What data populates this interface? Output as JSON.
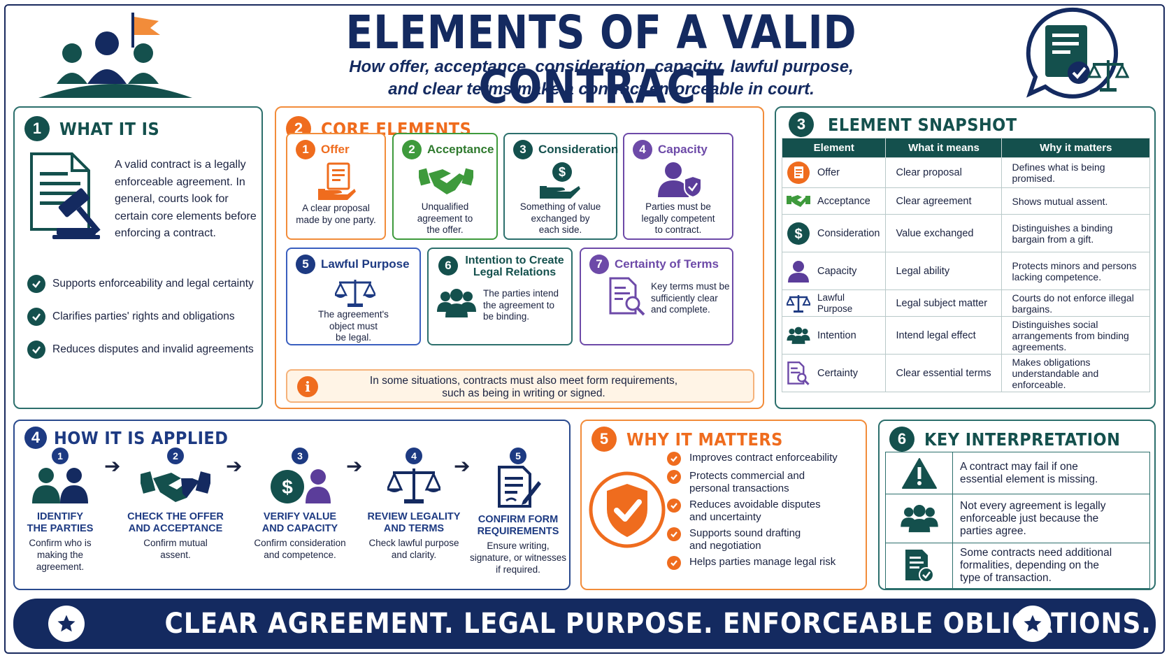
{
  "header": {
    "title": "ELEMENTS OF A VALID CONTRACT",
    "subtitle_line1": "How offer, acceptance, consideration, capacity, lawful purpose,",
    "subtitle_line2": "and clear terms make a contract enforceable in court."
  },
  "colors": {
    "navy": "#142a60",
    "teal": "#14504d",
    "orange": "#ef6c1e",
    "green": "#3e9a3c",
    "purple": "#6d4aa8",
    "blue": "#3a5fbf"
  },
  "what_it_is": {
    "number": "1",
    "title": "WHAT IT IS",
    "description": "A valid contract is a legally enforceable agreement. In general, courts look for certain core elements before enforcing a contract.",
    "points": [
      "Supports enforceability and legal certainty",
      "Clarifies parties' rights and obligations",
      "Reduces disputes and invalid agreements"
    ]
  },
  "core_elements": {
    "number": "2",
    "title": "CORE ELEMENTS",
    "cards": [
      {
        "num": "1",
        "label": "Offer",
        "text_lines": [
          "A clear proposal",
          "made by one party."
        ],
        "icon": "offer-icon"
      },
      {
        "num": "2",
        "label": "Acceptance",
        "text_lines": [
          "Unqualified",
          "agreement to",
          "the offer."
        ],
        "icon": "handshake-icon"
      },
      {
        "num": "3",
        "label": "Consideration",
        "text_lines": [
          "Something of value",
          "exchanged by",
          "each side."
        ],
        "icon": "dollar-hand-icon"
      },
      {
        "num": "4",
        "label": "Capacity",
        "text_lines": [
          "Parties must be",
          "legally competent",
          "to contract."
        ],
        "icon": "person-shield-icon"
      },
      {
        "num": "5",
        "label": "Lawful Purpose",
        "text_lines": [
          "The agreement's",
          "object must",
          "be legal."
        ],
        "icon": "scales-icon"
      },
      {
        "num": "6",
        "label_lines": [
          "Intention to Create",
          "Legal Relations"
        ],
        "text_lines": [
          "The parties intend",
          "the agreement to",
          "be binding."
        ],
        "icon": "group-icon"
      },
      {
        "num": "7",
        "label": "Certainty of Terms",
        "text_lines": [
          "Key terms must be",
          "sufficiently clear",
          "and complete."
        ],
        "icon": "doc-search-icon"
      }
    ],
    "note_line1": "In some situations, contracts must also meet form requirements,",
    "note_line2": "such as being in writing or signed."
  },
  "snapshot": {
    "number": "3",
    "title": "ELEMENT SNAPSHOT",
    "columns": [
      "Element",
      "What it means",
      "Why it matters"
    ],
    "rows": [
      {
        "element": "Offer",
        "means": "Clear proposal",
        "why": "Defines what is being promised."
      },
      {
        "element": "Acceptance",
        "means": "Clear agreement",
        "why": "Shows mutual assent."
      },
      {
        "element": "Consideration",
        "means": "Value exchanged",
        "why": "Distinguishes a binding bargain from a gift."
      },
      {
        "element": "Capacity",
        "means": "Legal ability",
        "why": "Protects minors and persons lacking competence."
      },
      {
        "element": "Lawful Purpose",
        "means": "Legal subject matter",
        "why": "Courts do not enforce illegal bargains."
      },
      {
        "element": "Intention",
        "means": "Intend legal effect",
        "why": "Distinguishes social arrangements from binding agreements."
      },
      {
        "element": "Certainty",
        "means": "Clear essential terms",
        "why": "Makes obligations understandable and enforceable."
      }
    ]
  },
  "how_applied": {
    "number": "4",
    "title": "HOW IT IS APPLIED",
    "steps": [
      {
        "num": "1",
        "title_lines": [
          "IDENTIFY",
          "THE PARTIES"
        ],
        "desc_lines": [
          "Confirm who is",
          "making the",
          "agreement."
        ]
      },
      {
        "num": "2",
        "title_lines": [
          "CHECK THE OFFER",
          "AND ACCEPTANCE"
        ],
        "desc_lines": [
          "Confirm mutual",
          "assent."
        ]
      },
      {
        "num": "3",
        "title_lines": [
          "VERIFY VALUE",
          "AND CAPACITY"
        ],
        "desc_lines": [
          "Confirm consideration",
          "and competence."
        ]
      },
      {
        "num": "4",
        "title_lines": [
          "REVIEW LEGALITY",
          "AND TERMS"
        ],
        "desc_lines": [
          "Check lawful purpose",
          "and clarity."
        ]
      },
      {
        "num": "5",
        "title_lines": [
          "CONFIRM FORM",
          "REQUIREMENTS"
        ],
        "desc_lines": [
          "Ensure writing,",
          "signature, or witnesses",
          "if required."
        ]
      }
    ]
  },
  "why_matters": {
    "number": "5",
    "title": "WHY IT MATTERS",
    "points": [
      [
        "Improves contract enforceability"
      ],
      [
        "Protects commercial and",
        "personal transactions"
      ],
      [
        "Reduces avoidable disputes",
        "and uncertainty"
      ],
      [
        "Supports sound drafting",
        "and negotiation"
      ],
      [
        "Helps parties manage legal risk"
      ]
    ]
  },
  "key_interpretation": {
    "number": "6",
    "title": "KEY INTERPRETATION",
    "rows": [
      {
        "icon": "warning-icon",
        "lines": [
          "A contract may fail if one",
          "essential element is missing."
        ]
      },
      {
        "icon": "group-icon",
        "lines": [
          "Not every agreement is legally",
          "enforceable just because the",
          "parties agree."
        ]
      },
      {
        "icon": "doc-check-icon",
        "lines": [
          "Some contracts need additional",
          "formalities, depending on the",
          "type of transaction."
        ]
      }
    ]
  },
  "banner": {
    "text": "CLEAR AGREEMENT. LEGAL PURPOSE. ENFORCEABLE OBLIGATIONS."
  }
}
